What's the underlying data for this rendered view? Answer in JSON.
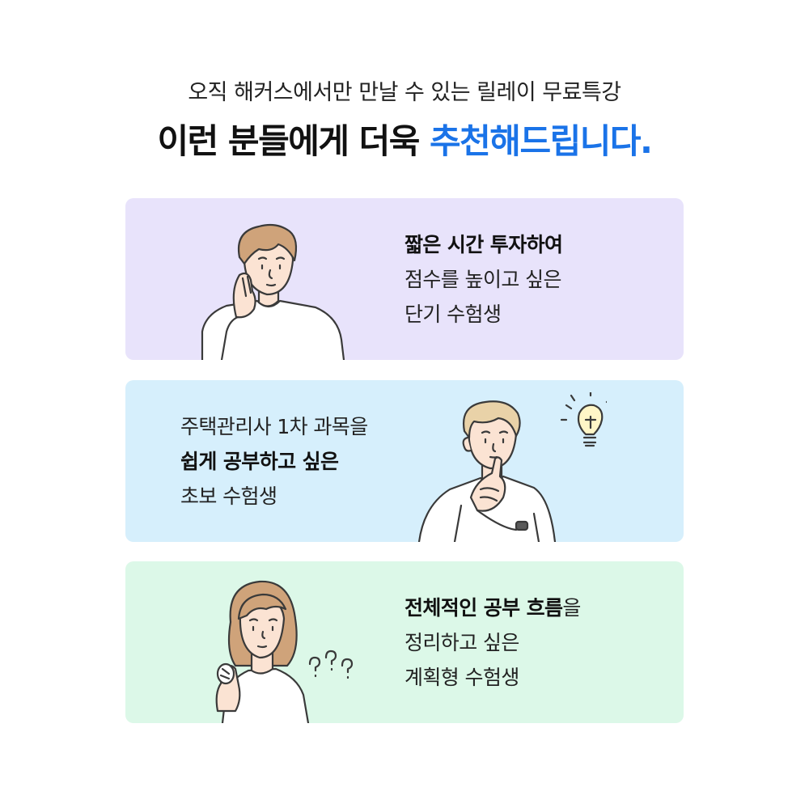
{
  "header": {
    "subtitle": "오직 해커스에서만 만날 수 있는 릴레이 무료특강",
    "headline_main": "이런 분들에게 더욱 ",
    "headline_accent": "추천해드립니다."
  },
  "colors": {
    "accent": "#1a73e8",
    "card1_bg": "#e8e3fb",
    "card2_bg": "#d6effc",
    "card3_bg": "#dcf8e8"
  },
  "cards": [
    {
      "line1_bold": "짧은 시간 투자하여",
      "line2": "점수를 높이고 싶은",
      "line3": "단기 수험생",
      "illustration": "thinking-man-cheek-on-hand"
    },
    {
      "line1": "주택관리사 1차 과목을",
      "line2_bold": "쉽게 공부하고 싶은",
      "line3": "초보 수험생",
      "illustration": "man-with-lightbulb"
    },
    {
      "line1_bold": "전체적인 공부 흐름",
      "line1_rest": "을",
      "line2": "정리하고 싶은",
      "line3": "계획형 수험생",
      "illustration": "woman-with-question-marks"
    }
  ]
}
